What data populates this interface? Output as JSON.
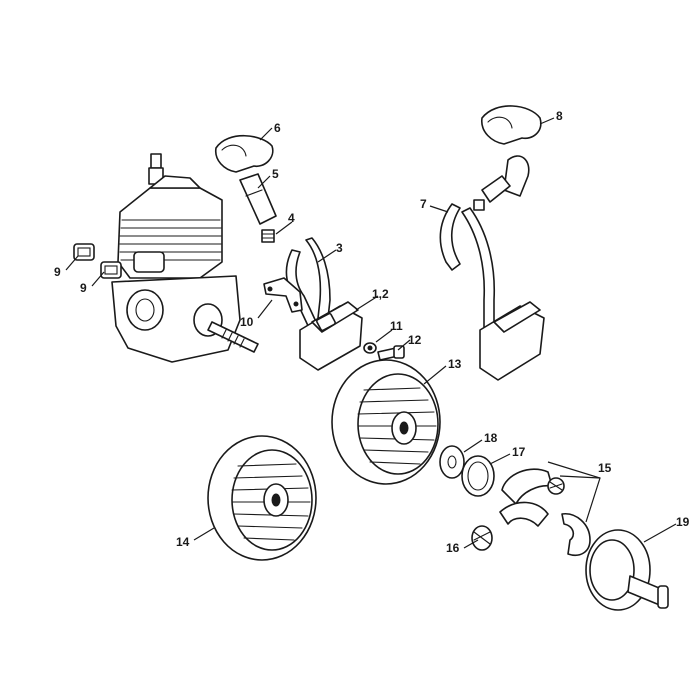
{
  "callouts": {
    "c1": "1,2",
    "c3": "3",
    "c4": "4",
    "c5": "5",
    "c6": "6",
    "c7": "7",
    "c8": "8",
    "c9a": "9",
    "c9b": "9",
    "c10": "10",
    "c11": "11",
    "c12": "12",
    "c13": "13",
    "c14": "14",
    "c15": "15",
    "c16": "16",
    "c17": "17",
    "c18": "18",
    "c19": "19"
  },
  "colors": {
    "ink": "#1a1a1a",
    "paper": "#ffffff"
  }
}
